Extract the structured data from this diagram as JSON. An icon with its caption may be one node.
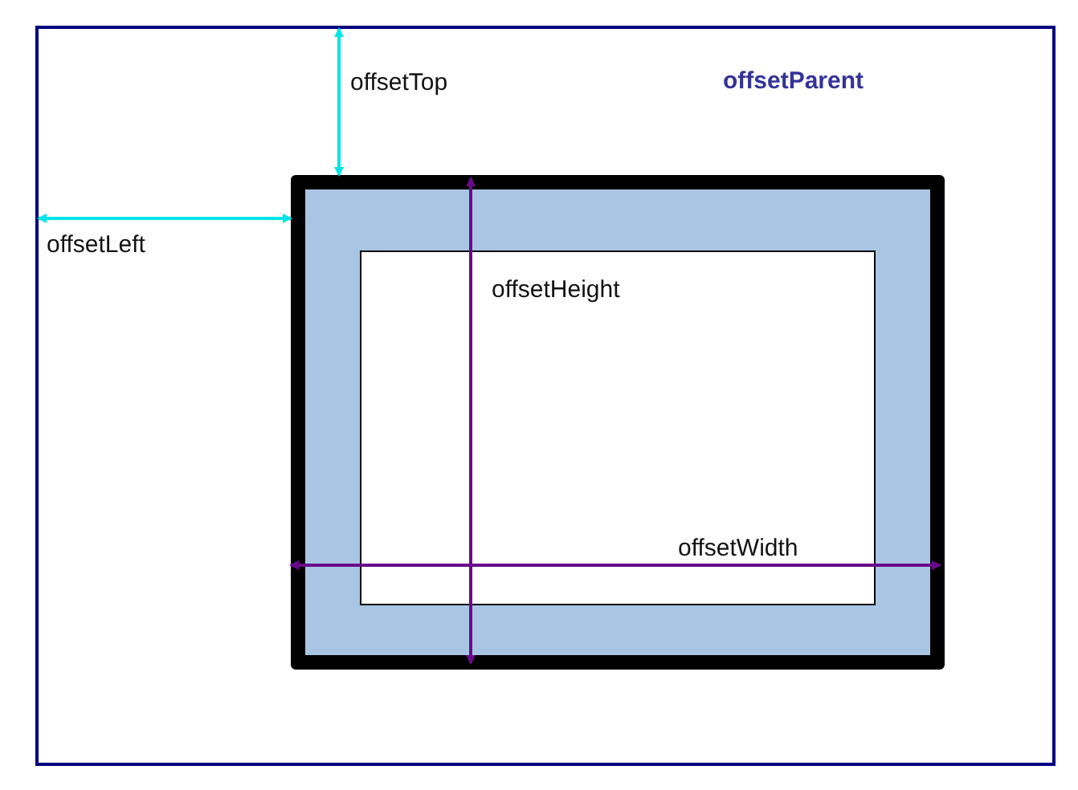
{
  "diagram": {
    "nodes": [
      {
        "text": [
          "offsetParent"
        ]
      },
      {
        "text": [],
        "shape": "box",
        "in": 0
      },
      {
        "text": [],
        "shape": "box",
        "in": 1
      }
    ],
    "edges": [
      {
        "from": 0,
        "to": 1,
        "arrow": "both",
        "label": "offsetTop"
      },
      {
        "from": 0,
        "to": 1,
        "arrow": "both",
        "label": "offsetLeft"
      }
    ],
    "labels": [
      "offsetHeight",
      "offsetWidth"
    ]
  }
}
